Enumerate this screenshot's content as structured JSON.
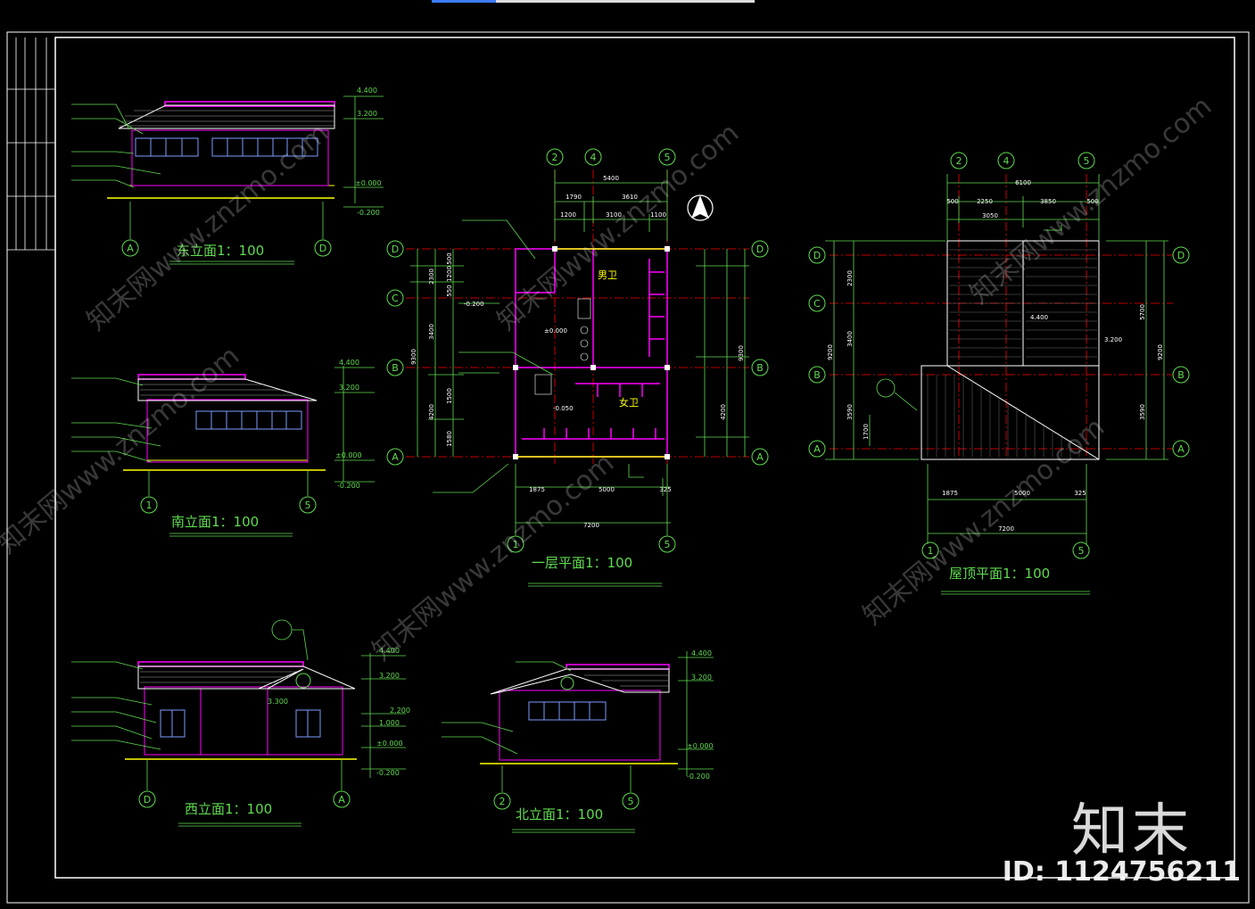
{
  "colors": {
    "bg": "#000000",
    "frame": "#ffffff",
    "dim": "#5fdc4f",
    "wall": "#ff00ff",
    "axis": "#ff0000",
    "roof": "#ffffff",
    "glass": "#7b9cff",
    "ground": "#ffff00"
  },
  "titles": {
    "east": "东立面1：100",
    "south": "南立面1：100",
    "west": "西立面1：100",
    "north": "北立面1：100",
    "plan1": "一层平面1：100",
    "roof": "屋顶平面1：100"
  },
  "axes": {
    "A": "A",
    "B": "B",
    "C": "C",
    "D": "D",
    "n1": "1",
    "n2": "2",
    "n4": "4",
    "n5": "5"
  },
  "levels": {
    "l4400": "4.400",
    "l3200": "3.200",
    "l0": "±0.000",
    "lm200": "-0.200",
    "l3300": "3.300",
    "l2200": "2.200",
    "l1000": "1.000",
    "lm050": "-0.050",
    "lm200b": "-0.200"
  },
  "rooms": {
    "male": "男卫",
    "female": "女卫"
  },
  "dims": {
    "p_5400": "5400",
    "p_1790": "1790",
    "p_3610": "3610",
    "p_1200": "1200",
    "p_3100": "3100",
    "p_1100": "1100",
    "p_1875": "1875",
    "p_5000": "5000",
    "p_325": "325",
    "p_7200": "7200",
    "p_9300": "9300",
    "p_2300": "2300",
    "p_3400": "3400",
    "p_3590": "3590",
    "p_500": "500",
    "p_1200b": "1200",
    "p_550": "550",
    "p_4200": "4200",
    "p_1500": "1500",
    "p_1580": "1580",
    "r_6100": "6100",
    "r_500": "500",
    "r_2250": "2250",
    "r_3850": "3850",
    "r_3050": "3050",
    "r_5700": "5700",
    "r_9200": "9200",
    "r_1700": "1700",
    "r_4400": "4.400",
    "r_3200": "3.200"
  },
  "watermark": {
    "text": "知末网www.znzmo.com",
    "brand": "知末",
    "id": "ID: 1124756211"
  }
}
